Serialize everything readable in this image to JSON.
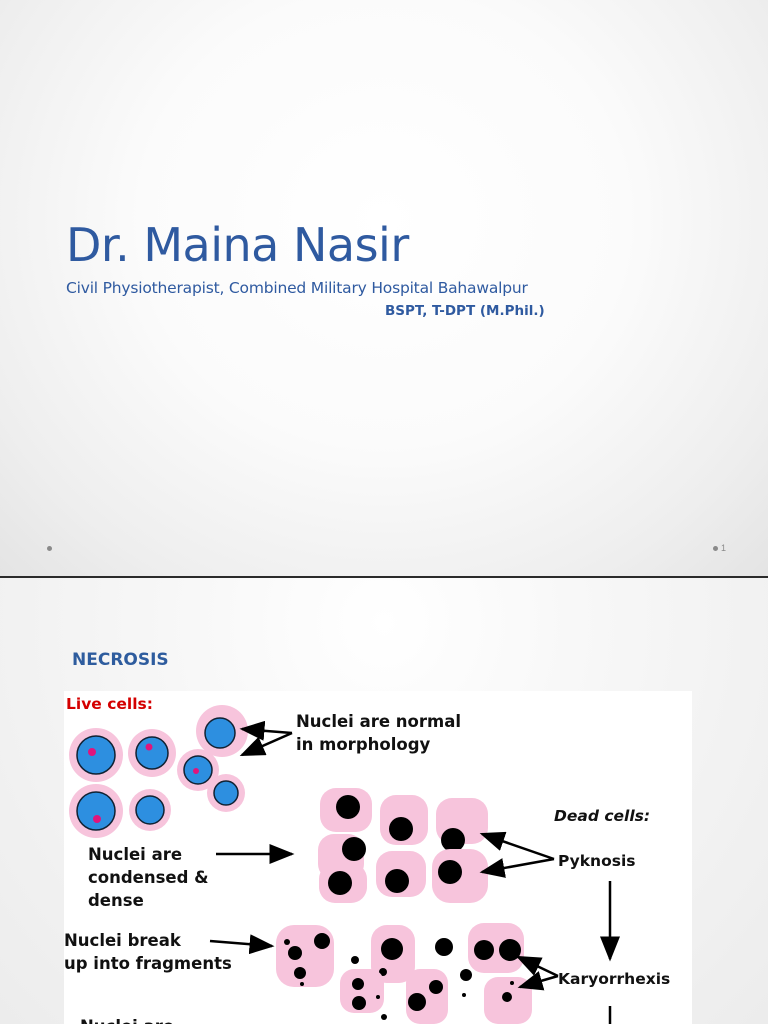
{
  "slide1": {
    "title": "Dr. Maina Nasir",
    "subtitle": "Civil Physiotherapist, Combined Military Hospital Bahawalpur",
    "degrees": "BSPT, T-DPT (M.Phil.)",
    "page_number": "1"
  },
  "slide2": {
    "title": "NECROSIS",
    "figure": {
      "live_cells_label": "Live cells:",
      "normal_label": "Nuclei are normal\nin morphology",
      "dead_cells_label": "Dead cells:",
      "condensed_label": "Nuclei are\ncondensed &\ndense",
      "pyknosis_label": "Pyknosis",
      "fragments_label": "Nuclei break\nup into fragments",
      "karyorrhexis_label": "Karyorrhexis",
      "partial_label": "Nuclei are"
    }
  },
  "colors": {
    "title_blue": "#2f5aa0",
    "cell_pink": "#f7c4dc",
    "live_nucleus_blue": "#2d8fe0",
    "dead_nucleus": "#000000",
    "live_label_red": "#d40000"
  }
}
